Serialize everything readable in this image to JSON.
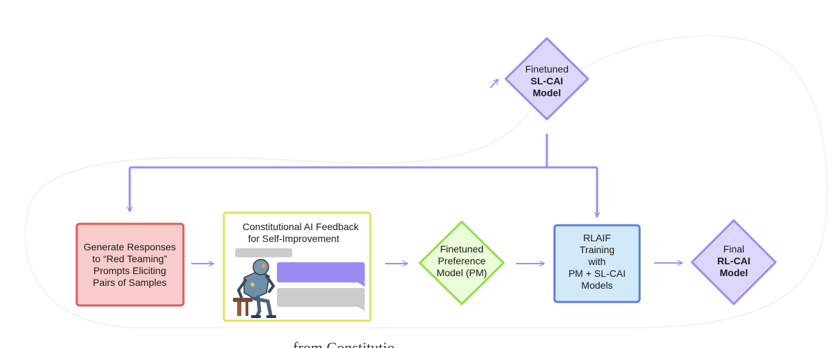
{
  "colors": {
    "arrow": "#9b8cf2",
    "diamond_purple_fill": "#ddd8fb",
    "diamond_purple_stroke": "#9b8cf2",
    "red_fill": "#f8cccc",
    "red_stroke": "#e05a5a",
    "yellow_stroke": "#dde35a",
    "green_fill": "#eafcd8",
    "green_stroke": "#8ee04a",
    "blue_fill": "#d2e9fa",
    "blue_stroke": "#5d7fd9",
    "bubble_gray": "#cccccc",
    "bubble_purple": "#9c8cf2"
  },
  "nodes": {
    "sl_cai": {
      "line1": "Finetuned",
      "line2": "SL-CAI",
      "line3": "Model"
    },
    "generate": {
      "line1": "Generate Responses",
      "line2": "to “Red Teaming”",
      "line3": "Prompts Eliciting",
      "line4": "Pairs of Samples"
    },
    "feedback": {
      "line1": "Constitutional AI Feedback",
      "line2": "for Self-Improvement",
      "image": "robot-thinker-illustration"
    },
    "pm": {
      "line1": "Finetuned",
      "line2": "Preference",
      "line3": "Model (PM)"
    },
    "rlaif": {
      "line1": "RLAIF",
      "line2": "Training",
      "line3": "with",
      "line4": "PM + SL-CAI",
      "line5": "Models"
    },
    "rl_cai": {
      "line1": "Final",
      "line2": "RL-CAI",
      "line3": "Model"
    }
  },
  "caption": "from Constitutio"
}
